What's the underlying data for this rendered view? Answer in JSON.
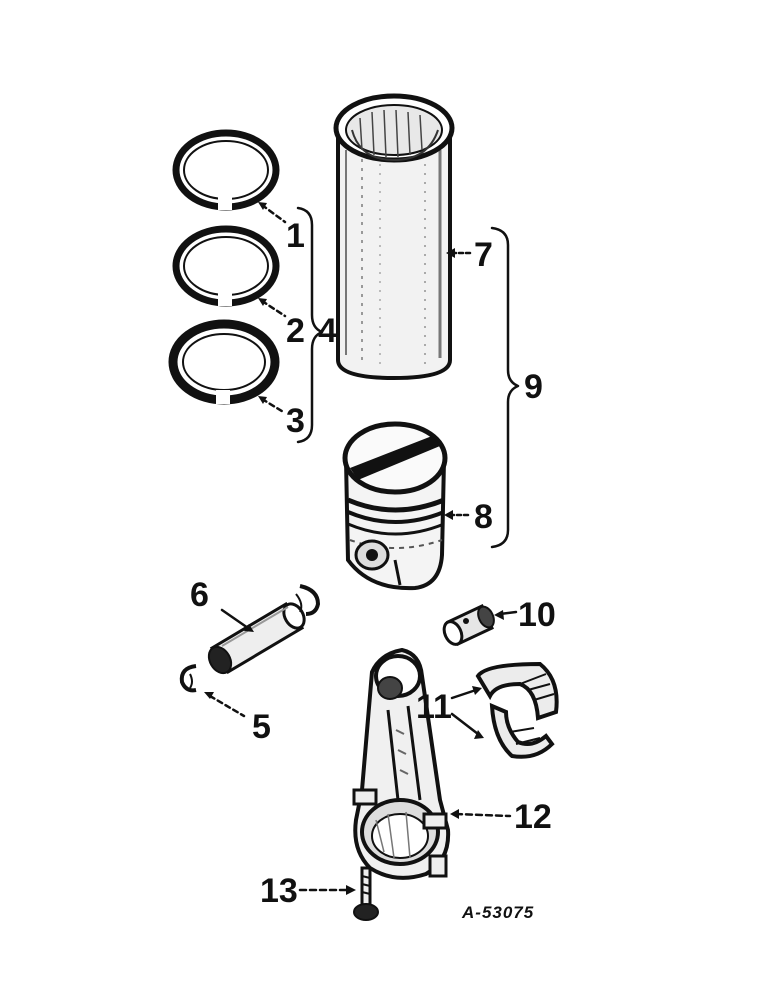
{
  "callouts": {
    "c1": "1",
    "c2": "2",
    "c3": "3",
    "c4": "4",
    "c5": "5",
    "c6": "6",
    "c7": "7",
    "c8": "8",
    "c9": "9",
    "c10": "10",
    "c11": "11",
    "c12": "12",
    "c13": "13"
  },
  "reference": "A-53075",
  "parts": [
    {
      "number": "1",
      "icon": "piston-ring-icon"
    },
    {
      "number": "2",
      "icon": "piston-ring-icon"
    },
    {
      "number": "3",
      "icon": "piston-ring-icon"
    },
    {
      "number": "4",
      "icon": "ring-set-bracket"
    },
    {
      "number": "5",
      "icon": "snap-ring-icon"
    },
    {
      "number": "6",
      "icon": "piston-pin-icon"
    },
    {
      "number": "7",
      "icon": "cylinder-sleeve-icon"
    },
    {
      "number": "8",
      "icon": "piston-icon"
    },
    {
      "number": "9",
      "icon": "sleeve-piston-bracket"
    },
    {
      "number": "10",
      "icon": "pin-bushing-icon"
    },
    {
      "number": "11",
      "icon": "bearing-shell-icon"
    },
    {
      "number": "12",
      "icon": "connecting-rod-icon"
    },
    {
      "number": "13",
      "icon": "rod-bolt-icon"
    }
  ]
}
